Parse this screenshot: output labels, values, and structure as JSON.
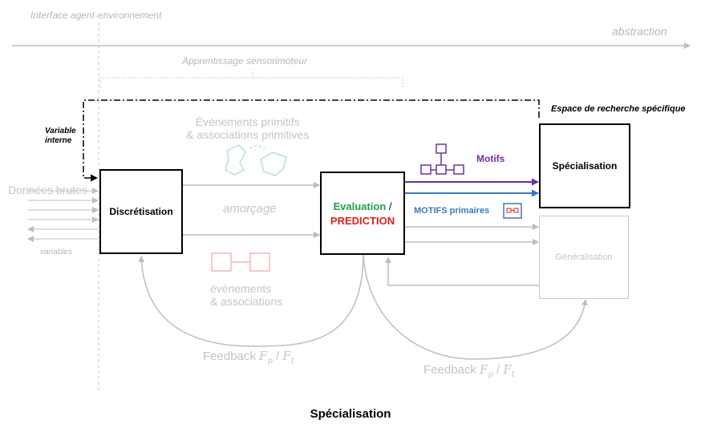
{
  "labels": {
    "interface": "Interface agent-environnement",
    "abstraction": "abstraction",
    "apprentissage": "Apprentissage sensorimoteur",
    "espace": "Espace de recherche spécifique",
    "variable_interne_1": "Variable",
    "variable_interne_2": "interne",
    "donnees_brutes": "Données brutes",
    "variables": "variables",
    "evenements_primitifs_1": "Évènements primitifs",
    "evenements_primitifs_2": "& associations primitives",
    "amorcage": "amorçage",
    "evenements_1": "évènements",
    "evenements_2": "& associations",
    "motifs": "Motifs",
    "motifs_primaires": "MOTIFS primaires",
    "feedback": "Feedback",
    "feedback_fp": "F",
    "feedback_fp_sub": "p",
    "feedback_sep": " / ",
    "feedback_ft": "F",
    "feedback_ft_sub": "t",
    "caption": "Spécialisation"
  },
  "boxes": {
    "discretisation": "Discrétisation",
    "evaluation": "Evaluation",
    "evaluation_sep": " /",
    "prediction": "PREDICTION",
    "specialisation": "Spécialisation",
    "generalisation": "Généralisation"
  },
  "colors": {
    "evaluation": "#1fa04a",
    "prediction": "#e0201b",
    "motifs": "#7030a0",
    "motifs_primaires": "#3b78c0",
    "icon_red": "#f4b6b6",
    "icon_green": "#b8e2c8",
    "inactive": "#c4c4c4"
  }
}
